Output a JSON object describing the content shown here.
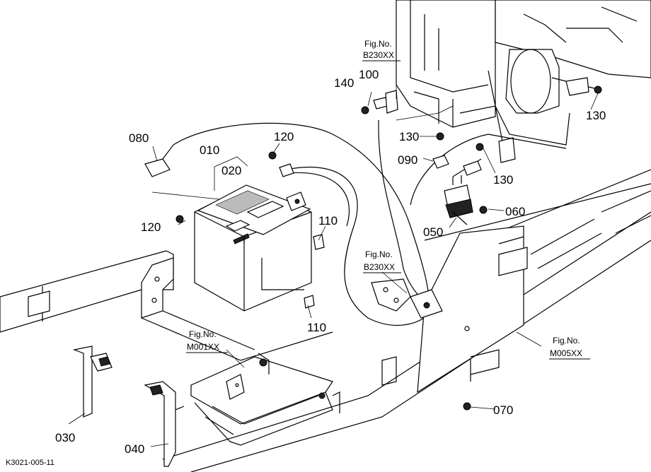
{
  "drawing_code": "K3021-005-11",
  "part_labels": {
    "p010": "010",
    "p020": "020",
    "p030": "030",
    "p040": "040",
    "p050": "050",
    "p060": "060",
    "p070": "070",
    "p080": "080",
    "p090": "090",
    "p100": "100",
    "p110a": "110",
    "p110b": "110",
    "p120a": "120",
    "p120b": "120",
    "p130a": "130",
    "p130b": "130",
    "p130c": "130",
    "p140": "140"
  },
  "figure_references": {
    "b230_top": {
      "prefix": "Fig.No.",
      "code": "B230XX"
    },
    "b230_mid": {
      "prefix": "Fig.No.",
      "code": "B230XX"
    },
    "m001": {
      "prefix": "Fig.No.",
      "code": "M001XX"
    },
    "m005": {
      "prefix": "Fig.No.",
      "code": "M005XX"
    }
  }
}
